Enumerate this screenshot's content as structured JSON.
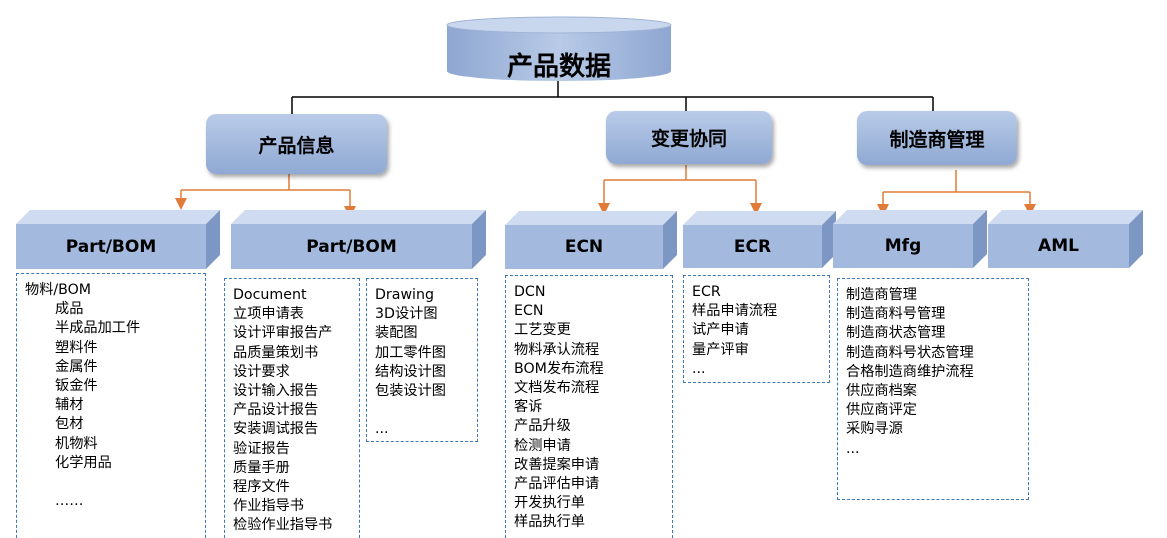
{
  "root": {
    "label": "产品数据"
  },
  "groups": [
    {
      "label": "产品信息",
      "children": [
        {
          "label": "Part/BOM",
          "lists": [
            {
              "header": "物料/BOM",
              "items": [
                "成品",
                "半成品加工件",
                "塑料件",
                "金属件",
                "钣金件",
                "辅材",
                "包材",
                "机物料",
                "化学用品",
                "",
                "……"
              ]
            }
          ]
        },
        {
          "label": "Part/BOM",
          "lists": [
            {
              "header": "",
              "items": [
                "Document",
                "立项申请表",
                "设计评审报告产",
                "品质量策划书",
                "设计要求",
                "设计输入报告",
                "产品设计报告",
                "安装调试报告",
                "验证报告",
                "质量手册",
                "程序文件",
                "作业指导书",
                "检验作业指导书"
              ]
            },
            {
              "header": "",
              "items": [
                "Drawing",
                "3D设计图",
                "装配图",
                "加工零件图",
                "结构设计图",
                "包装设计图",
                "",
                "..."
              ]
            }
          ]
        }
      ]
    },
    {
      "label": "变更协同",
      "children": [
        {
          "label": "ECN",
          "lists": [
            {
              "header": "",
              "items": [
                "DCN",
                "ECN",
                "工艺变更",
                "物料承认流程",
                "BOM发布流程",
                "文档发布流程",
                "客诉",
                "产品升级",
                "检测申请",
                "改善提案申请",
                "产品评估申请",
                "开发执行单",
                "样品执行单"
              ]
            }
          ]
        },
        {
          "label": "ECR",
          "lists": [
            {
              "header": "",
              "items": [
                "ECR",
                "样品申请流程",
                "试产申请",
                "量产评审",
                "..."
              ]
            }
          ]
        }
      ]
    },
    {
      "label": "制造商管理",
      "children": [
        {
          "label": "Mfg",
          "lists": [
            {
              "header": "",
              "items": [
                "制造商管理",
                "制造商料号管理",
                "制造商状态管理",
                "制造商料号状态管理",
                "合格制造商维护流程",
                "供应商档案",
                "供应商评定",
                "采购寻源",
                "..."
              ]
            }
          ]
        },
        {
          "label": "AML",
          "lists": []
        }
      ]
    }
  ],
  "colors": {
    "box_fill": "#a3b9de",
    "arrow": "#e07b39",
    "tree_line": "#000000",
    "dash_border": "#3f76b5"
  }
}
